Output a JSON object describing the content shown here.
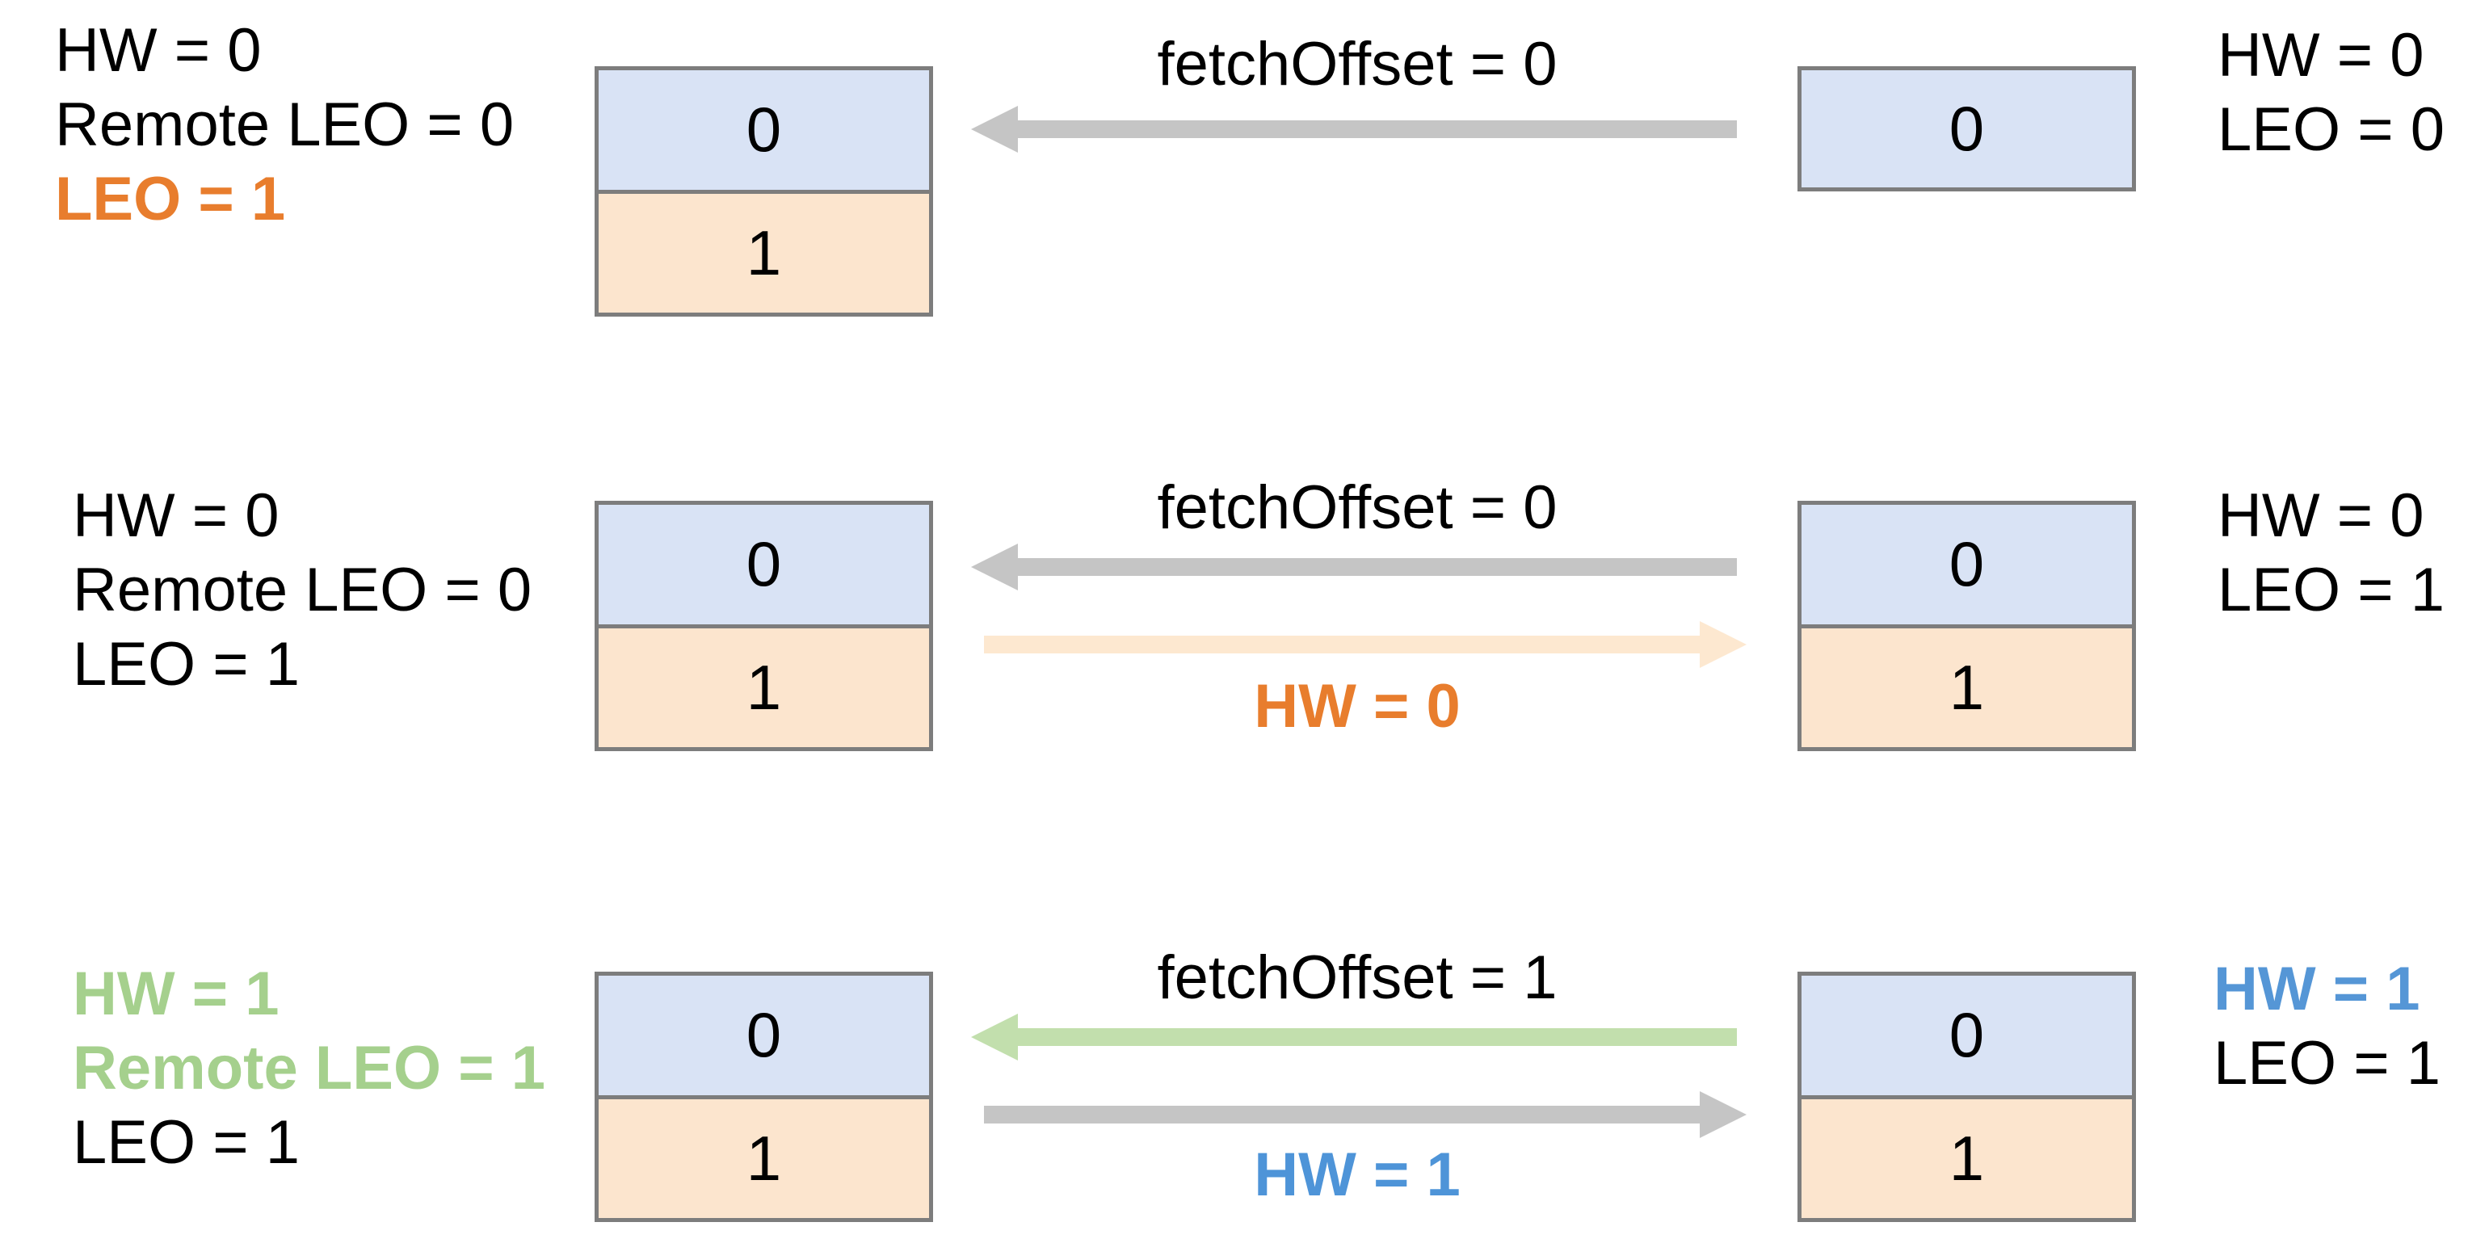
{
  "colors": {
    "cell_blue": "#D9E3F5",
    "cell_orange": "#FCE5CE",
    "box_border_gray": "#7D7D7D",
    "arrow_gray": "#C5C5C5",
    "arrow_green": "#C2DFAD",
    "arrow_pale_orange": "#FDE8D0",
    "text_orange": "#E87D2D",
    "text_green": "#A5D08D",
    "text_blue": "#5596D6",
    "text_black": "#000000"
  },
  "rows": [
    {
      "leader_labels": [
        {
          "text": "HW = 0",
          "style": "black"
        },
        {
          "text": "Remote LEO = 0",
          "style": "black"
        },
        {
          "text": "LEO = 1",
          "style": "orange"
        }
      ],
      "leader_box": {
        "cells": [
          {
            "value": "0",
            "style": "blue"
          },
          {
            "value": "1",
            "style": "orange"
          }
        ]
      },
      "fetch_arrow": {
        "label": "fetchOffset = 0",
        "direction": "left",
        "color": "gray"
      },
      "response_arrow": null,
      "follower_box": {
        "cells": [
          {
            "value": "0",
            "style": "blue"
          }
        ]
      },
      "follower_labels": [
        {
          "text": "HW = 0",
          "style": "black"
        },
        {
          "text": "LEO = 0",
          "style": "black"
        }
      ]
    },
    {
      "leader_labels": [
        {
          "text": "HW = 0",
          "style": "black"
        },
        {
          "text": "Remote LEO = 0",
          "style": "black"
        },
        {
          "text": "LEO = 1",
          "style": "black"
        }
      ],
      "leader_box": {
        "cells": [
          {
            "value": "0",
            "style": "blue"
          },
          {
            "value": "1",
            "style": "orange"
          }
        ]
      },
      "fetch_arrow": {
        "label": "fetchOffset = 0",
        "direction": "left",
        "color": "gray"
      },
      "response_arrow": {
        "label": "HW = 0",
        "direction": "right",
        "color": "pale-orange",
        "label_style": "orange-bold"
      },
      "follower_box": {
        "cells": [
          {
            "value": "0",
            "style": "blue"
          },
          {
            "value": "1",
            "style": "orange"
          }
        ]
      },
      "follower_labels": [
        {
          "text": "HW = 0",
          "style": "black"
        },
        {
          "text": "LEO = 1",
          "style": "black"
        }
      ]
    },
    {
      "leader_labels": [
        {
          "text": "HW = 1",
          "style": "green"
        },
        {
          "text": "Remote LEO = 1",
          "style": "green"
        },
        {
          "text": "LEO = 1",
          "style": "black"
        }
      ],
      "leader_box": {
        "cells": [
          {
            "value": "0",
            "style": "blue"
          },
          {
            "value": "1",
            "style": "orange"
          }
        ]
      },
      "fetch_arrow": {
        "label": "fetchOffset = 1",
        "direction": "left",
        "color": "green"
      },
      "response_arrow": {
        "label": "HW = 1",
        "direction": "right",
        "color": "gray",
        "label_style": "blue-bold"
      },
      "follower_box": {
        "cells": [
          {
            "value": "0",
            "style": "blue"
          },
          {
            "value": "1",
            "style": "orange"
          }
        ]
      },
      "follower_labels": [
        {
          "text": "HW = 1",
          "style": "blue"
        },
        {
          "text": "LEO = 1",
          "style": "black"
        }
      ]
    }
  ]
}
